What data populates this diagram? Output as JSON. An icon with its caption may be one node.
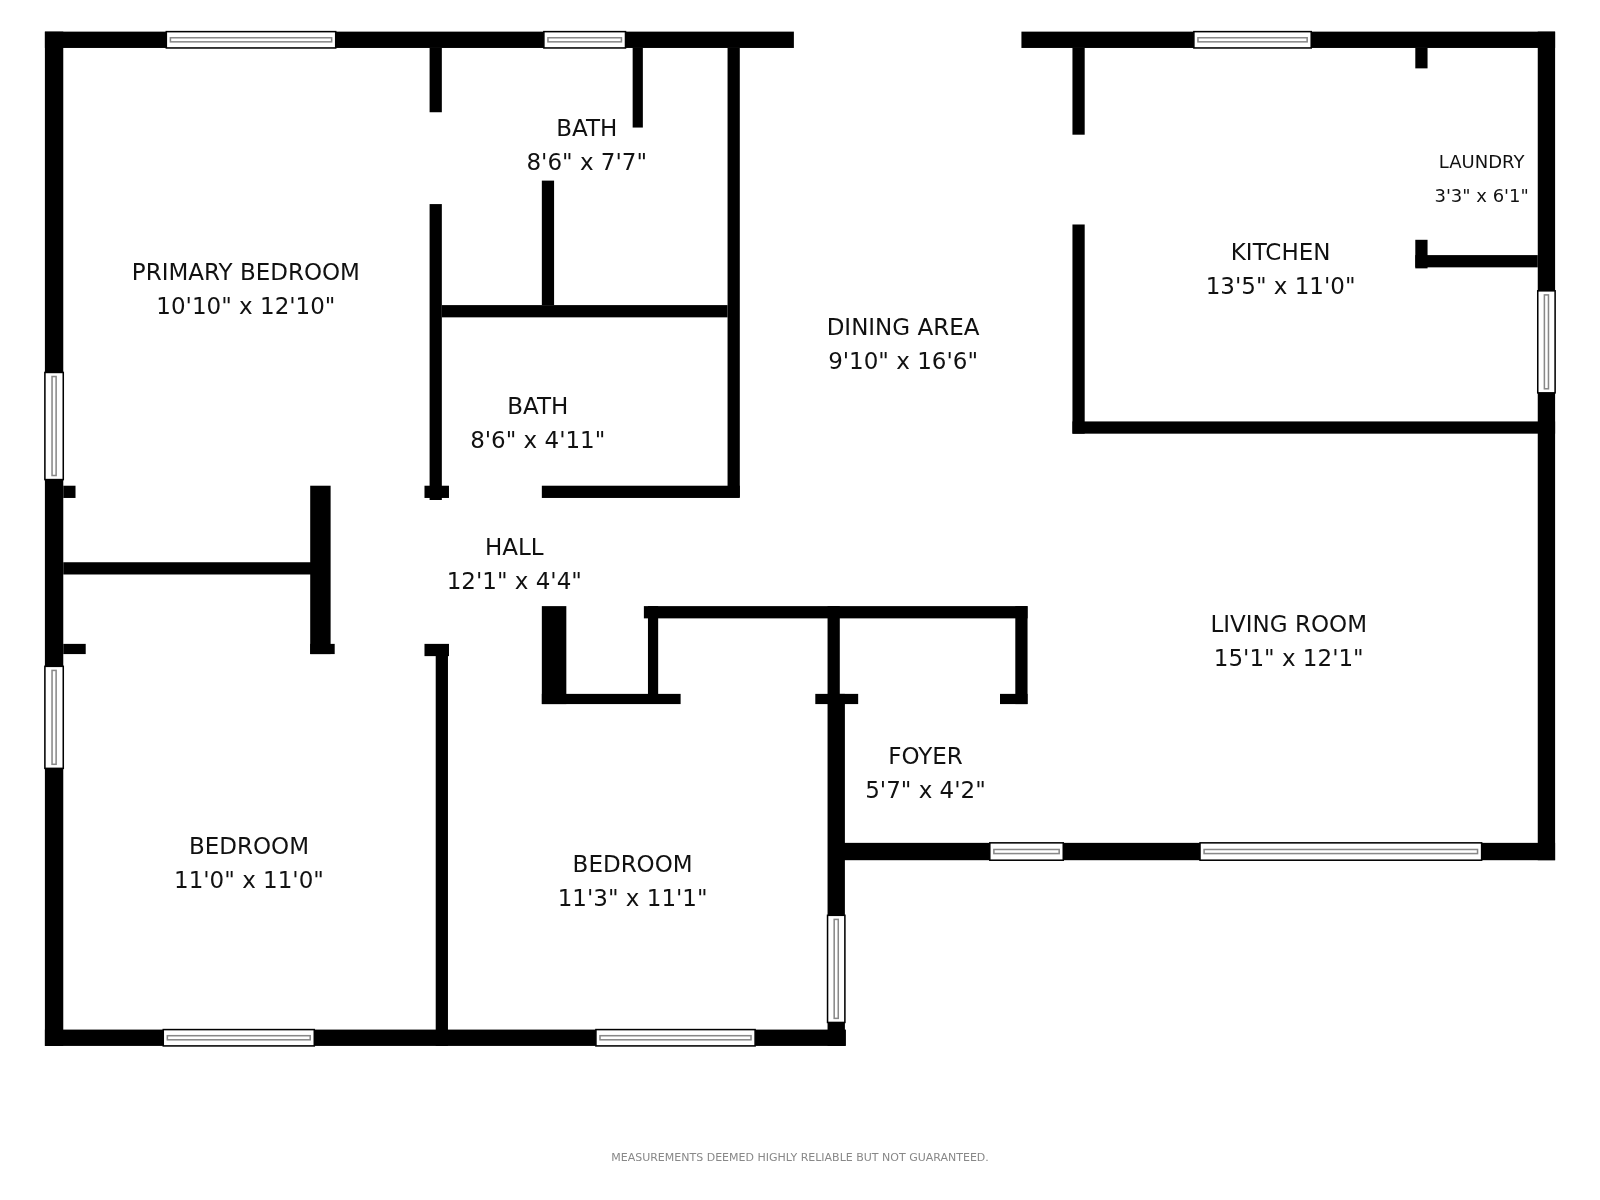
{
  "diagram": {
    "nodes": [
      {
        "text": [
          "PRIMARY BEDROOM",
          "10'10\" x 12'10\""
        ]
      },
      {
        "text": [
          "BATH",
          "8'6\" x 7'7\""
        ]
      },
      {
        "text": [
          "BATH",
          "8'6\" x 4'11\""
        ]
      },
      {
        "text": [
          "DINING AREA",
          "9'10\" x 16'6\""
        ]
      },
      {
        "text": [
          "KITCHEN",
          "13'5\" x 11'0\""
        ]
      },
      {
        "text": [
          "LAUNDRY",
          "3'3\" x 6'1\""
        ]
      },
      {
        "text": [
          "HALL",
          "12'1\" x 4'4\""
        ]
      },
      {
        "text": [
          "LIVING ROOM",
          "15'1\" x 12'1\""
        ]
      },
      {
        "text": [
          "FOYER",
          "5'7\" x 4'2\""
        ]
      },
      {
        "text": [
          "BEDROOM",
          "11'0\" x 11'0\""
        ]
      },
      {
        "text": [
          "BEDROOM",
          "11'3\" x 11'1\""
        ]
      }
    ],
    "labels": [
      "MEASUREMENTS DEEMED HIGHLY RELIABLE BUT NOT GUARANTEED."
    ]
  }
}
